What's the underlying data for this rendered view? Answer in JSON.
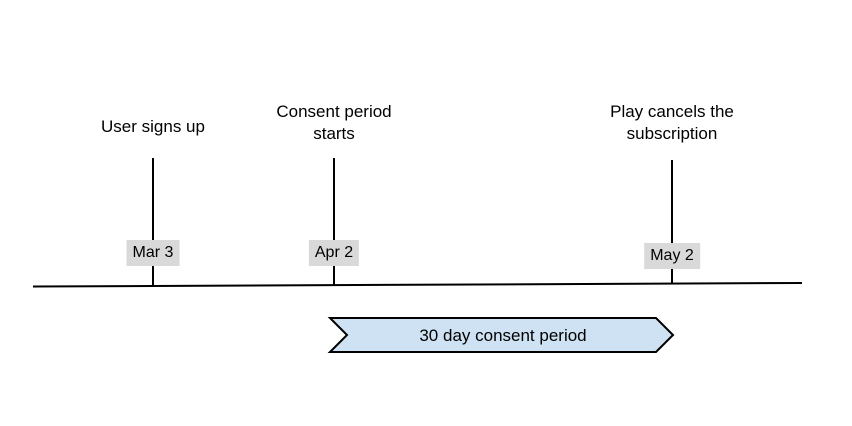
{
  "diagram": {
    "type": "timeline",
    "events": [
      {
        "label": "User signs up",
        "date": "Mar 3"
      },
      {
        "label": "Consent period\nstarts",
        "date": "Apr 2"
      },
      {
        "label": "Play cancels the\nsubscription",
        "date": "May 2"
      }
    ],
    "banner": {
      "label": "30 day consent period",
      "fill": "#cfe2f3",
      "stroke": "#000000"
    }
  },
  "colors": {
    "chip_bg": "#d9d9d9",
    "line": "#000000",
    "text": "#000000",
    "canvas_bg": "#ffffff"
  }
}
